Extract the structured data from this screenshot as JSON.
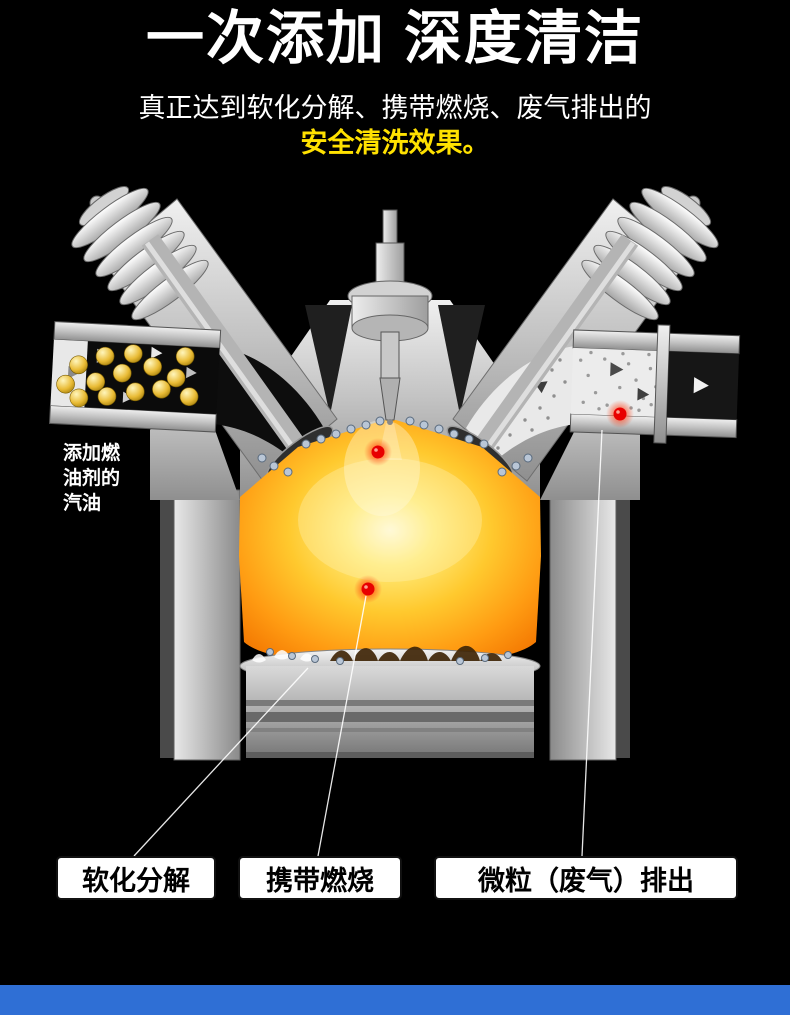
{
  "page": {
    "background": "#000000",
    "accent_bar_color": "#2f6fd5"
  },
  "header": {
    "title": "一次添加 深度清洁",
    "subtitle_line1": "真正达到软化分解、携带燃烧、废气排出的",
    "subtitle_line2": "安全清洗效果。",
    "subtitle_highlight_color": "#ffe100"
  },
  "diagram": {
    "intake_label": {
      "line1": "添加燃",
      "line2": "油剂的",
      "line3": "汽油"
    },
    "callouts": [
      {
        "label": "软化分解"
      },
      {
        "label": "携带燃烧"
      },
      {
        "label": "微粒（废气）排出"
      }
    ],
    "flame_colors": {
      "core": "#fffbe2",
      "mid": "#ffc92e",
      "edge": "#e05e00"
    },
    "icons": {
      "flow-arrow-icon": "triangle-right",
      "fuel-additive-ball-icon": "gold-sphere",
      "hotspot-dot-icon": "red-glow-dot",
      "valve-spring-icon": "coil-spring",
      "injector-icon": "fuel-injector"
    }
  }
}
